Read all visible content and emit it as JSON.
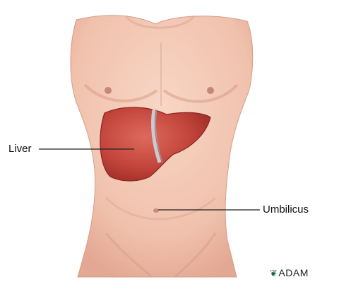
{
  "labels": {
    "liver": "Liver",
    "umbilicus": "Umbilicus"
  },
  "logo": {
    "mark_icon": "adam-leaf-icon",
    "text": "ADAM"
  },
  "colors": {
    "skin": "#f3c9b6",
    "skin_shadow": "#e6ad98",
    "liver": "#c8473d",
    "liver_dark": "#9e2e28",
    "ligament": "#c9cbd2",
    "logo_green": "#1b6f3a"
  }
}
